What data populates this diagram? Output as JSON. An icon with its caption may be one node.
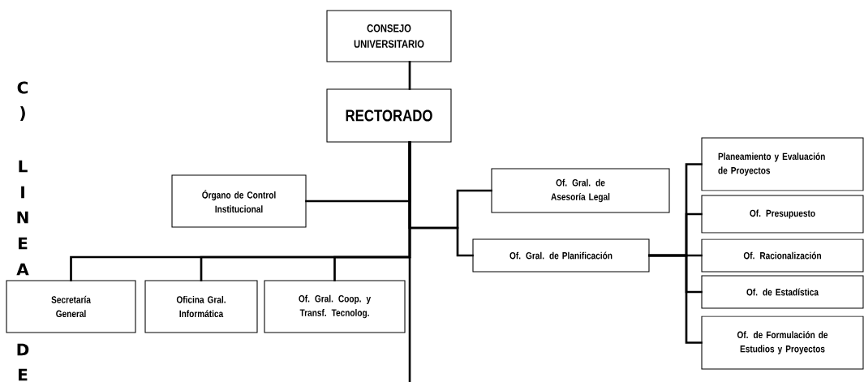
{
  "diagram": {
    "nodes": [
      {
        "text": [
          "CONSEJO UNIVERSITARIO"
        ]
      },
      {
        "text": [
          "RECTORADO"
        ]
      },
      {
        "text": [
          "Órgano de Control Institucional"
        ]
      },
      {
        "text": [
          "Of. Gral. de Asesoría Legal"
        ]
      },
      {
        "text": [
          "Of. Gral. de Planificación"
        ]
      },
      {
        "text": [
          "Planeamiento y Evaluación de Proyectos"
        ]
      },
      {
        "text": [
          "Of. Presupuesto"
        ]
      },
      {
        "text": [
          "Secretaría General"
        ]
      },
      {
        "text": [
          "Oficina Gral. Informática"
        ]
      },
      {
        "text": [
          "Of. Gral. Coop. y Transf. Tecnolog."
        ]
      },
      {
        "text": [
          "Of. Racionalización"
        ]
      },
      {
        "text": [
          "Of. de Estadística"
        ]
      },
      {
        "text": [
          "Of. de Formulación de Estudios y Proyectos"
        ]
      }
    ],
    "edges": [
      {
        "from": 0,
        "to": 1,
        "arrow": "none"
      },
      {
        "from": 1,
        "to": 2,
        "arrow": "none"
      },
      {
        "from": 1,
        "to": 3,
        "arrow": "none"
      },
      {
        "from": 1,
        "to": 4,
        "arrow": "none"
      },
      {
        "from": 1,
        "to": 7,
        "arrow": "none"
      },
      {
        "from": 1,
        "to": 8,
        "arrow": "none"
      },
      {
        "from": 1,
        "to": 9,
        "arrow": "none"
      },
      {
        "from": 4,
        "to": 5,
        "arrow": "none"
      },
      {
        "from": 4,
        "to": 6,
        "arrow": "none"
      },
      {
        "from": 4,
        "to": 10,
        "arrow": "none"
      },
      {
        "from": 4,
        "to": 11,
        "arrow": "none"
      },
      {
        "from": 4,
        "to": 12,
        "arrow": "none"
      }
    ],
    "labels": [
      "C",
      ")",
      "L",
      "I",
      "N",
      "E",
      "A",
      "D",
      "E"
    ]
  }
}
